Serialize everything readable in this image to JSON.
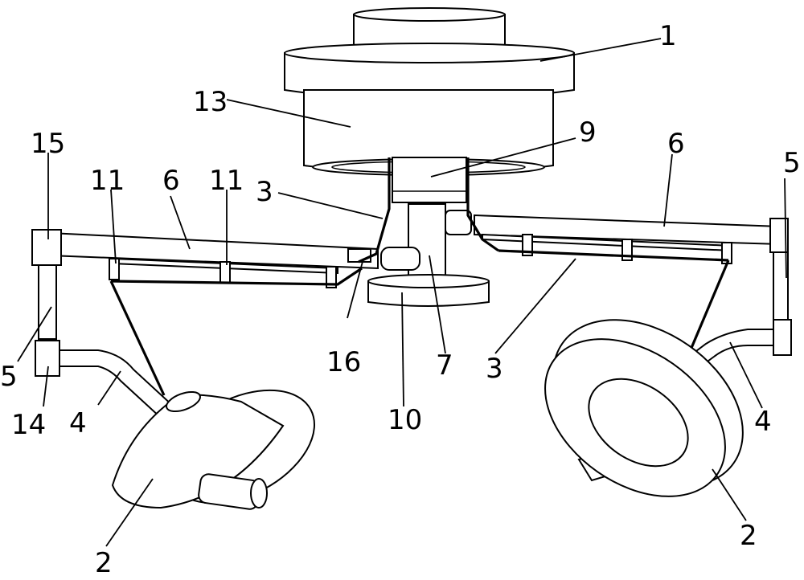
{
  "figure": {
    "labels": {
      "ceiling_mount": "1",
      "lamp_head_left": "2",
      "lamp_head_right": "2",
      "cable_center": "3",
      "cable_right": "3",
      "arm_left": "4",
      "arm_right": "4",
      "post_left": "5",
      "post_right": "5",
      "beam_left": "6",
      "beam_right": "6",
      "hub": "7",
      "shaft": "9",
      "lower_disc": "10",
      "clip_a": "11",
      "clip_b": "11",
      "housing": "13",
      "lower_joint": "14",
      "upper_joint": "15",
      "box": "16"
    }
  }
}
